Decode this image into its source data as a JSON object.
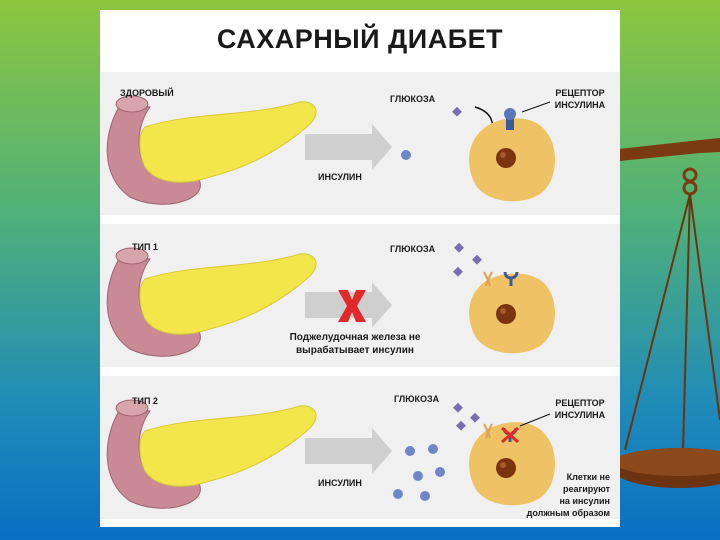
{
  "title": "САХАРНЫЙ ДИАБЕТ",
  "panels": [
    {
      "label": "ЗДОРОВЫЙ",
      "arrow_label": "ИНСУЛИН",
      "glucose_label": "ГЛЮКОЗА",
      "receptor_label_line1": "РЕЦЕПТОР",
      "receptor_label_line2": "ИНСУЛИНА"
    },
    {
      "label": "ТИП 1",
      "glucose_label": "ГЛЮКОЗА",
      "note_line1": "Поджелудочная железа не",
      "note_line2": "вырабатывает инсулин"
    },
    {
      "label": "ТИП 2",
      "arrow_label": "ИНСУЛИН",
      "glucose_label": "ГЛЮКОЗА",
      "receptor_label_line1": "РЕЦЕПТОР",
      "receptor_label_line2": "ИНСУЛИНА",
      "note_line1": "Клетки не",
      "note_line2": "реагируют",
      "note_line3": "на инсулин",
      "note_line4": "должным образом"
    }
  ],
  "colors": {
    "pancreas": "#f2e64a",
    "duodenum": "#c98a95",
    "cell": "#f0c266",
    "nucleus": "#7a3410",
    "insulin": "#6f87c9",
    "glucose": "#7a6bb5",
    "blocked_x": "#e02a2a",
    "arrow": "#cfcfcf"
  }
}
